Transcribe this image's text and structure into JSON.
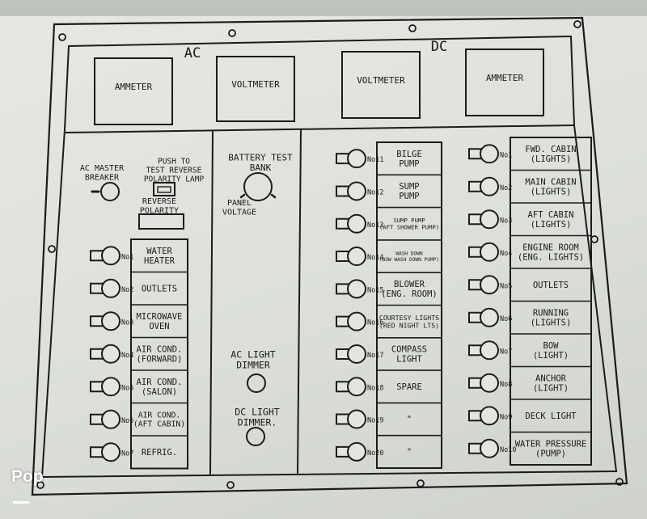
{
  "headings": {
    "ac": "AC",
    "dc": "DC"
  },
  "meters": [
    "AMMETER",
    "VOLTMETER",
    "VOLTMETER",
    "AMMETER"
  ],
  "ac_controls": {
    "master_breaker": [
      "AC MASTER",
      "BREAKER"
    ],
    "polarity_lamp": [
      "PUSH TO",
      "TEST REVERSE",
      "POLARITY LAMP"
    ],
    "reverse_polarity": [
      "REVERSE",
      "POLARITY"
    ]
  },
  "battery": {
    "test": [
      "BATTERY TEST",
      "BANK"
    ],
    "panel": [
      "PANEL",
      "VOLTAGE"
    ]
  },
  "dimmers": {
    "ac": [
      "AC LIGHT",
      "DIMMER"
    ],
    "dc": [
      "DC LIGHT",
      "DIMMER."
    ]
  },
  "ac_circuits": [
    {
      "num": "No1",
      "label": [
        "WATER",
        "HEATER"
      ]
    },
    {
      "num": "No2",
      "label": [
        "OUTLETS"
      ]
    },
    {
      "num": "No3",
      "label": [
        "MICROWAVE",
        "OVEN"
      ]
    },
    {
      "num": "No4",
      "label": [
        "AIR COND.",
        "(FORWARD)"
      ]
    },
    {
      "num": "No5",
      "label": [
        "AIR COND.",
        "(SALON)"
      ]
    },
    {
      "num": "No6",
      "label": [
        "AIR COND.",
        "(AFT CABIN)"
      ]
    },
    {
      "num": "No7",
      "label": [
        "REFRIG."
      ]
    }
  ],
  "dc_circuits_left": [
    {
      "num": "No11",
      "label": [
        "BILGE",
        "PUMP"
      ]
    },
    {
      "num": "No12",
      "label": [
        "SUMP",
        "PUMP"
      ]
    },
    {
      "num": "No13",
      "label": [
        "SUMP PUMP",
        "(AFT SHOWER PUMP)"
      ]
    },
    {
      "num": "No14",
      "label": [
        "WASH DOWN",
        "(BOW WASH DOWN PUMP)"
      ]
    },
    {
      "num": "No15",
      "label": [
        "BLOWER",
        "(ENG. ROOM)"
      ]
    },
    {
      "num": "No16",
      "label": [
        "COURTESY LIGHTS",
        "(RED NIGHT LTS)"
      ]
    },
    {
      "num": "No17",
      "label": [
        "COMPASS",
        "LIGHT"
      ]
    },
    {
      "num": "No18",
      "label": [
        "SPARE"
      ]
    },
    {
      "num": "No19",
      "label": [
        "\""
      ]
    },
    {
      "num": "No20",
      "label": [
        "\""
      ]
    }
  ],
  "dc_circuits_right": [
    {
      "num": "No1",
      "label": [
        "FWD. CABIN",
        "(LIGHTS)"
      ]
    },
    {
      "num": "No2",
      "label": [
        "MAIN CABIN",
        "(LIGHTS)"
      ]
    },
    {
      "num": "No3",
      "label": [
        "AFT CABIN",
        "(LIGHTS)"
      ]
    },
    {
      "num": "No4",
      "label": [
        "ENGINE ROOM",
        "(ENG. LIGHTS)"
      ]
    },
    {
      "num": "No5",
      "label": [
        "OUTLETS"
      ]
    },
    {
      "num": "No6",
      "label": [
        "RUNNING",
        "(LIGHTS)"
      ]
    },
    {
      "num": "No7",
      "label": [
        "BOW",
        "(LIGHT)"
      ]
    },
    {
      "num": "No8",
      "label": [
        "ANCHOR",
        "(LIGHT)"
      ]
    },
    {
      "num": "No9",
      "label": [
        "DECK LIGHT"
      ]
    },
    {
      "num": "No10",
      "label": [
        "WATER PRESSURE",
        "(PUMP)"
      ]
    }
  ],
  "watermark": "Pop"
}
